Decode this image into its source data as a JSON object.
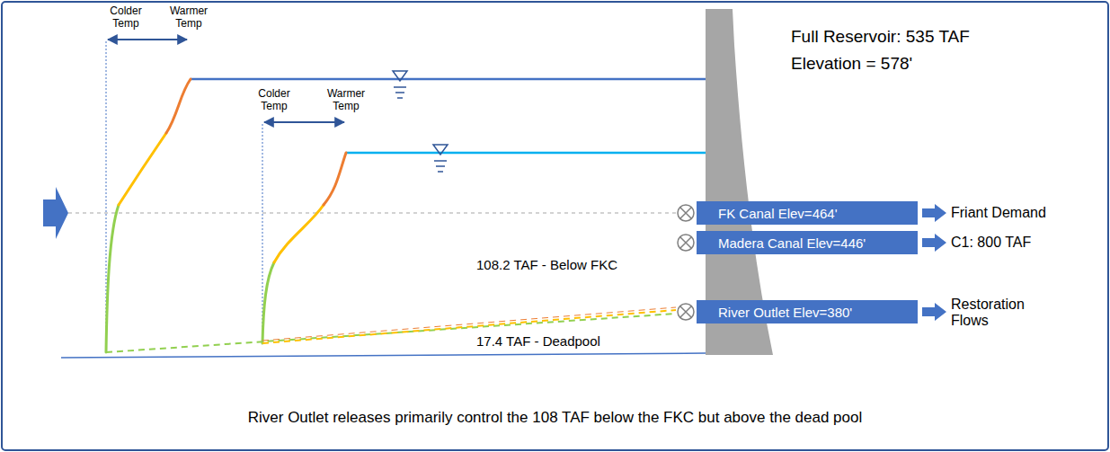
{
  "diagram": {
    "caption": "River Outlet releases primarily control the 108 TAF below the FKC but above the dead pool",
    "nodes": [
      {
        "text": [
          "FK Canal Elev=464'"
        ]
      },
      {
        "text": [
          "Madera Canal Elev=446'"
        ]
      },
      {
        "text": [
          "River Outlet Elev=380'"
        ]
      }
    ],
    "labels": [
      "Colder Temp",
      "Warmer Temp",
      "Colder Temp",
      "Warmer Temp",
      "Full Reservoir: 535 TAF",
      "Elevation = 578'",
      "Friant Demand",
      "C1: 800 TAF",
      "Restoration Flows",
      "108.2 TAF - Below FKC",
      "17.4 TAF - Deadpool"
    ]
  }
}
